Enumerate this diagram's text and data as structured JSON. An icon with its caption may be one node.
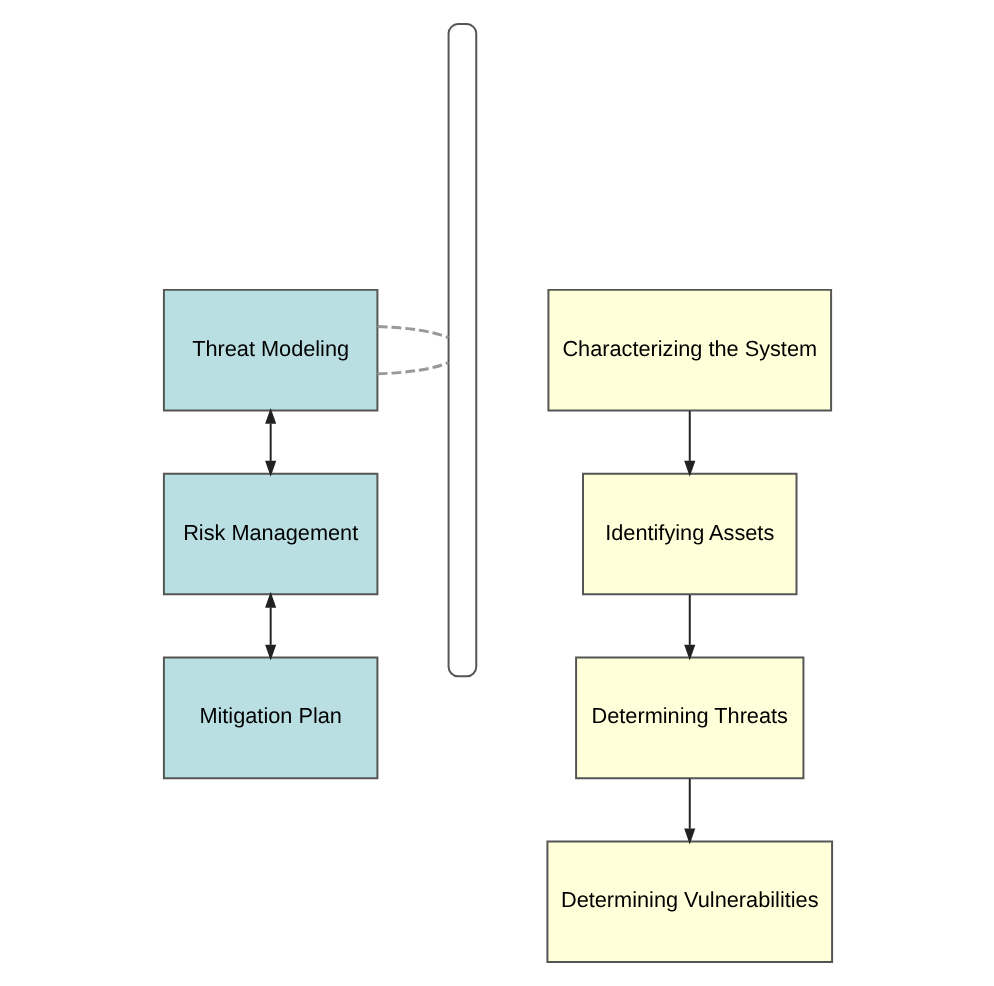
{
  "diagram": {
    "nodes": [
      {
        "text": [
          "Threat Modeling"
        ]
      },
      {
        "text": [
          "Risk Management"
        ]
      },
      {
        "text": [
          "Mitigation Plan"
        ]
      },
      {
        "text": [
          "Characterizing the System"
        ]
      },
      {
        "text": [
          "Identifying Assets"
        ]
      },
      {
        "text": [
          "Determining Threats"
        ]
      },
      {
        "text": [
          "Determining Vulnerabilities"
        ]
      },
      {
        "text": [],
        "shape": "bracket"
      }
    ],
    "edges": [
      {
        "from": 0,
        "to": 7,
        "arrow": "none",
        "style": "dashed",
        "color": "#999999"
      },
      {
        "from": 0,
        "to": 7,
        "arrow": "none",
        "style": "dashed",
        "color": "#999999"
      },
      {
        "from": 0,
        "to": 1,
        "arrow": "both"
      },
      {
        "from": 1,
        "to": 2,
        "arrow": "both"
      },
      {
        "from": 3,
        "to": 4,
        "arrow": "to"
      },
      {
        "from": 4,
        "to": 5,
        "arrow": "to"
      },
      {
        "from": 5,
        "to": 6,
        "arrow": "to"
      }
    ]
  }
}
